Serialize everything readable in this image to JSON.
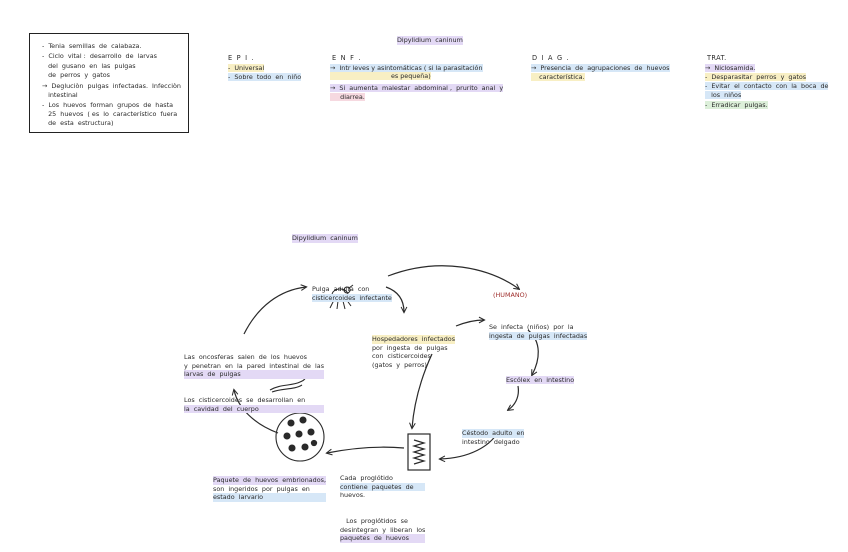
{
  "box": {
    "lines": [
      "-  Tenia  semillas  de  calabaza.",
      "-  Ciclo  vital :  desarrollo  de  larvas",
      "   del  gusano  en  las  pulgas",
      "   de  perros  y  gatos",
      "→  Degluciòn  pulgas  infectadas.  Infecciòn",
      "   intestinal",
      "-  Los  huevos  forman  grupos  de  hasta",
      "   25  huevos  ( es  lo  característico  fuera",
      "   de  esta  estructura)"
    ]
  },
  "header": {
    "title": "Dipylidium  caninum",
    "epi": {
      "heading": "E P I .",
      "lines": [
        "-  Universal",
        "-  Sobre  todo  en  niño"
      ]
    },
    "enf": {
      "heading": "E N F .",
      "lines": [
        "→  Intr leves y asintomáticas ( si la parasitación",
        "                              es pequeña)",
        "→  Si  aumenta  malestar  abdominal ,  prurito  anal  y",
        "     diarrea."
      ]
    },
    "diag": {
      "heading": "D I A G .",
      "lines": [
        "→  Presencia  de  agrupaciones  de  huevos",
        "    característica."
      ]
    },
    "trat": {
      "heading": "TRAT.",
      "lines": [
        "→  Niclosamida.",
        "-  Desparasitar  perros  y  gatos",
        "-  Evitar  el  contacto  con  la  boca  de",
        "   los  niños",
        "-  Erradicar  pulgas."
      ]
    }
  },
  "cycle": {
    "title": "Dipylidium  caninum",
    "flea": [
      "Pulga  adulta  con",
      "cisticercoides  infectante"
    ],
    "humano": "(HUMANO)",
    "child": [
      "Se  infecta  (niños)  por  la",
      "ingesta  de  pulgas  infectadas"
    ],
    "hosts": [
      "Hospedadores  infectados",
      "por  ingesta  de  pulgas",
      "con  cisticercoides",
      "(gatos  y  perros)"
    ],
    "escolex": "Escólex  en  intestino",
    "adult": [
      "Céstodo  adulto  en",
      "intestino  delgado"
    ],
    "proglottid": [
      "Cada  proglótido",
      "contiene  paquetes  de",
      "huevos.",
      "   Los  proglótidos  se",
      "desintegran  y  liberan  los",
      "paquetes  de  huevos"
    ],
    "packet": [
      "Paquete  de  huevos  embrionados,",
      "son  ingeridos  por  pulgas  en",
      "estado  larvario"
    ],
    "larvae": [
      "Las  oncosferas  salen  de  los  huevos",
      "y  penetran  en  la  pared  intestinal  de  las",
      "larvas  de  pulgas",
      "Los  cisticercoides  se  desarrollan  en",
      "la  cavidad  del  cuerpo"
    ]
  }
}
